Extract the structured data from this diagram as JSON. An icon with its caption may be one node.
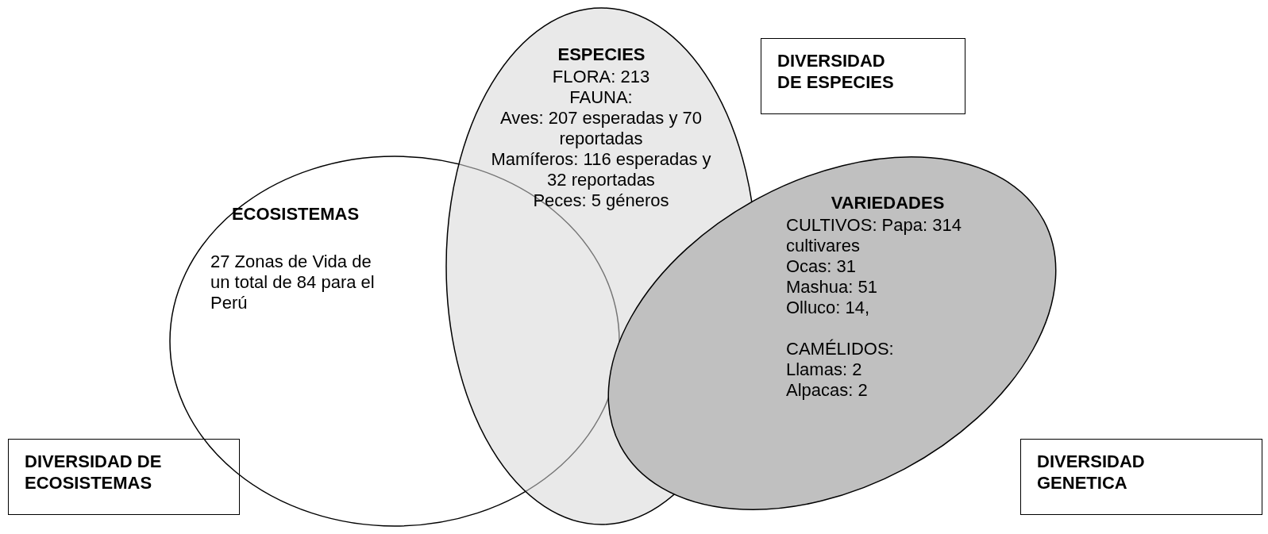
{
  "diagram": {
    "nodes": [
      {
        "text": [
          "ECOSISTEMAS",
          "27 Zonas de Vida de un total de 84 para el Perú"
        ]
      },
      {
        "text": [
          "ESPECIES",
          "FLORA: 213",
          "FAUNA:",
          "Aves: 207 esperadas y 70 reportadas",
          "Mamíferos: 116 esperadas y 32 reportadas",
          "Peces: 5 géneros"
        ]
      },
      {
        "text": [
          "VARIEDADES",
          "CULTIVOS: Papa: 314 cultivares",
          "Ocas: 31",
          "Mashua: 51",
          "Olluco: 14,",
          "CAMÉLIDOS:",
          "Llamas: 2",
          "Alpacas: 2"
        ]
      },
      {
        "text": [
          "DIVERSIDAD DE ESPECIES"
        ]
      },
      {
        "text": [
          "DIVERSIDAD DE ECOSISTEMAS"
        ]
      },
      {
        "text": [
          "DIVERSIDAD GENETICA"
        ]
      }
    ],
    "edges": []
  }
}
